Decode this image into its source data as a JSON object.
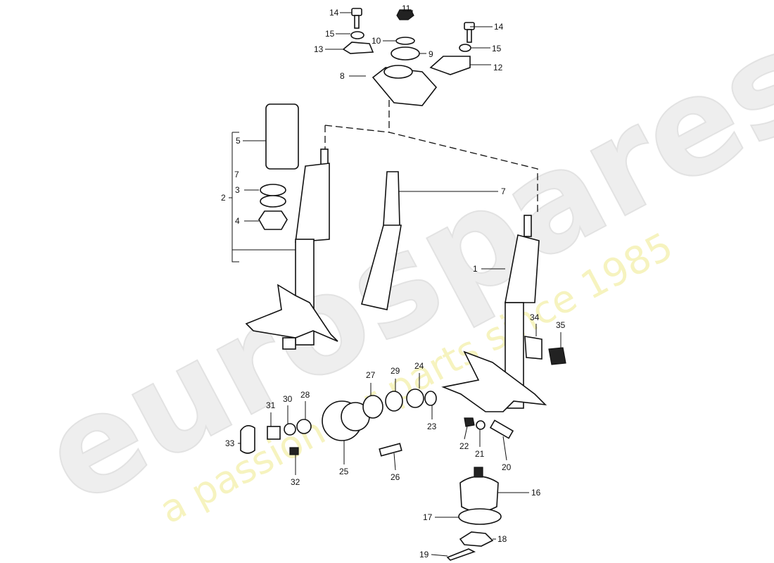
{
  "watermark": {
    "brand": "eurospares",
    "tagline": "a passion for parts since 1985"
  },
  "labels": [
    "14",
    "11",
    "14",
    "15",
    "10",
    "9",
    "15",
    "13",
    "12",
    "8",
    "5",
    "7",
    "3",
    "2",
    "4",
    "7",
    "1",
    "34",
    "35",
    "27",
    "29",
    "24",
    "28",
    "30",
    "31",
    "33",
    "23",
    "22",
    "21",
    "20",
    "25",
    "26",
    "32",
    "16",
    "17",
    "18",
    "19"
  ]
}
